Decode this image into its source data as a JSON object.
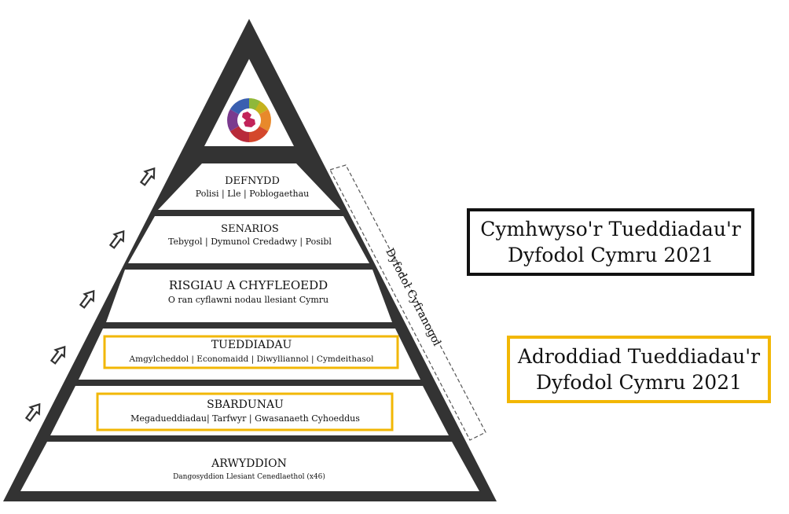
{
  "pyramid": {
    "tiers": [
      {
        "id": "defnydd",
        "title": "DEFNYDD",
        "subtitle": "Polisi | Lle | Poblogaethau"
      },
      {
        "id": "senarios",
        "title": "SENARIOS",
        "subtitle": "Tebygol | Dymunol  Credadwy | Posibl"
      },
      {
        "id": "risgiau",
        "title": "RISGIAU A CHYFLEOEDD",
        "subtitle": "O ran cyflawni nodau llesiant Cymru"
      },
      {
        "id": "tueddiadau",
        "title": "TUEDDIADAU",
        "subtitle": "Amgylcheddol | Economaidd | Diwylliannol | Cymdeithasol"
      },
      {
        "id": "sbardunau",
        "title": "SBARDUNAU",
        "subtitle": "Megadueddiadau| Tarfwyr | Gwasanaeth Cyhoeddus"
      },
      {
        "id": "arwyddion",
        "title": "ARWYDDION",
        "subtitle": "Dangosyddion Llesiant Cenedlaethol (x46)"
      }
    ],
    "apex_icon": "wales-wellbeing-goals-wheel-icon",
    "bracket_label": "Dyfodol Cyfranogol"
  },
  "side_boxes": {
    "black": {
      "line1": "Cymhwyso'r Tueddiadau'r",
      "line2": "Dyfodol Cymru 2021"
    },
    "yellow": {
      "line1": "Adroddiad Tueddiadau'r",
      "line2": "Dyfodol Cymru 2021"
    }
  },
  "colors": {
    "dark": "#333333",
    "highlight": "#f2b705",
    "text": "#111111"
  }
}
